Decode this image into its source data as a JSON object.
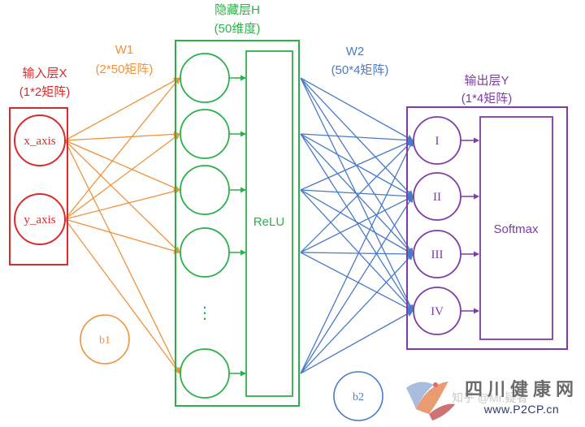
{
  "input_layer": {
    "title": "输入层X",
    "subtitle": "(1*2矩阵)",
    "nodes": [
      "x_axis",
      "y_axis"
    ],
    "color": "#d92b2b"
  },
  "w1": {
    "title": "W1",
    "subtitle": "(2*50矩阵)",
    "color": "#f0923c"
  },
  "b1": {
    "label": "b1"
  },
  "hidden_layer": {
    "title": "隐藏层H",
    "subtitle": "(50维度)",
    "activation": "ReLU",
    "ellipsis": "⋮",
    "color": "#2cb04a"
  },
  "w2": {
    "title": "W2",
    "subtitle": "(50*4矩阵)",
    "color": "#4a7bc8"
  },
  "b2": {
    "label": "b2"
  },
  "output_layer": {
    "title": "输出层Y",
    "subtitle": "(1*4矩阵)",
    "nodes": [
      "I",
      "II",
      "III",
      "IV"
    ],
    "activation": "Softmax",
    "color": "#7d3ca6"
  },
  "watermark": {
    "title": "四川健康网",
    "url": "www.P2CP.cn",
    "faint": "知乎 @Mr.疑者"
  }
}
